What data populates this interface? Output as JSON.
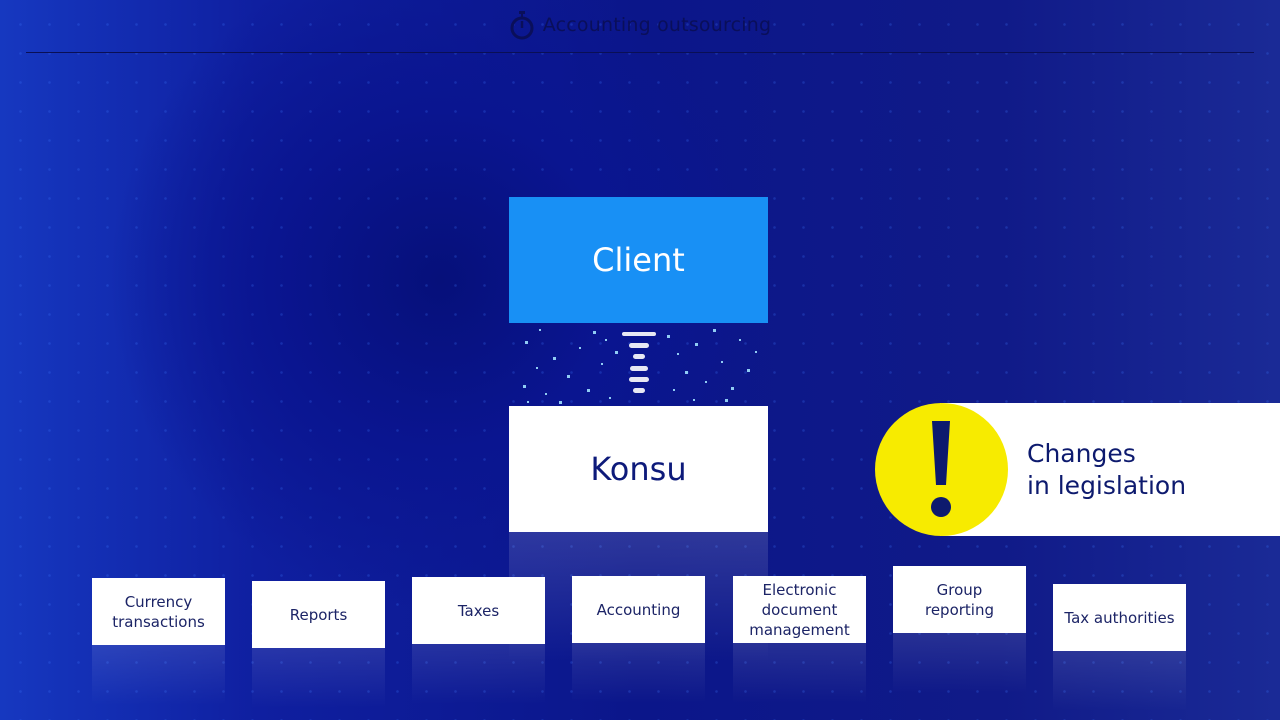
{
  "header": {
    "title": "Accounting outsourcing",
    "icon": "stopwatch-icon"
  },
  "diagram": {
    "client_label": "Client",
    "provider_label": "Konsu",
    "flow_icon": "data-stream-icon",
    "alert": {
      "icon": "exclamation-icon",
      "line1": "Changes",
      "line2": "in legislation"
    },
    "modules": [
      {
        "label": "Currency\ntransactions"
      },
      {
        "label": "Reports"
      },
      {
        "label": "Taxes"
      },
      {
        "label": "Accounting"
      },
      {
        "label": "Electronic\ndocument\nmanagement"
      },
      {
        "label": "Group\nreporting"
      },
      {
        "label": "Tax authorities"
      }
    ]
  },
  "colors": {
    "background": "#0b168a",
    "client_box": "#1890f5",
    "provider_box": "#ffffff",
    "alert_yellow": "#f7eb00",
    "text_dark": "#0d1a7a"
  }
}
